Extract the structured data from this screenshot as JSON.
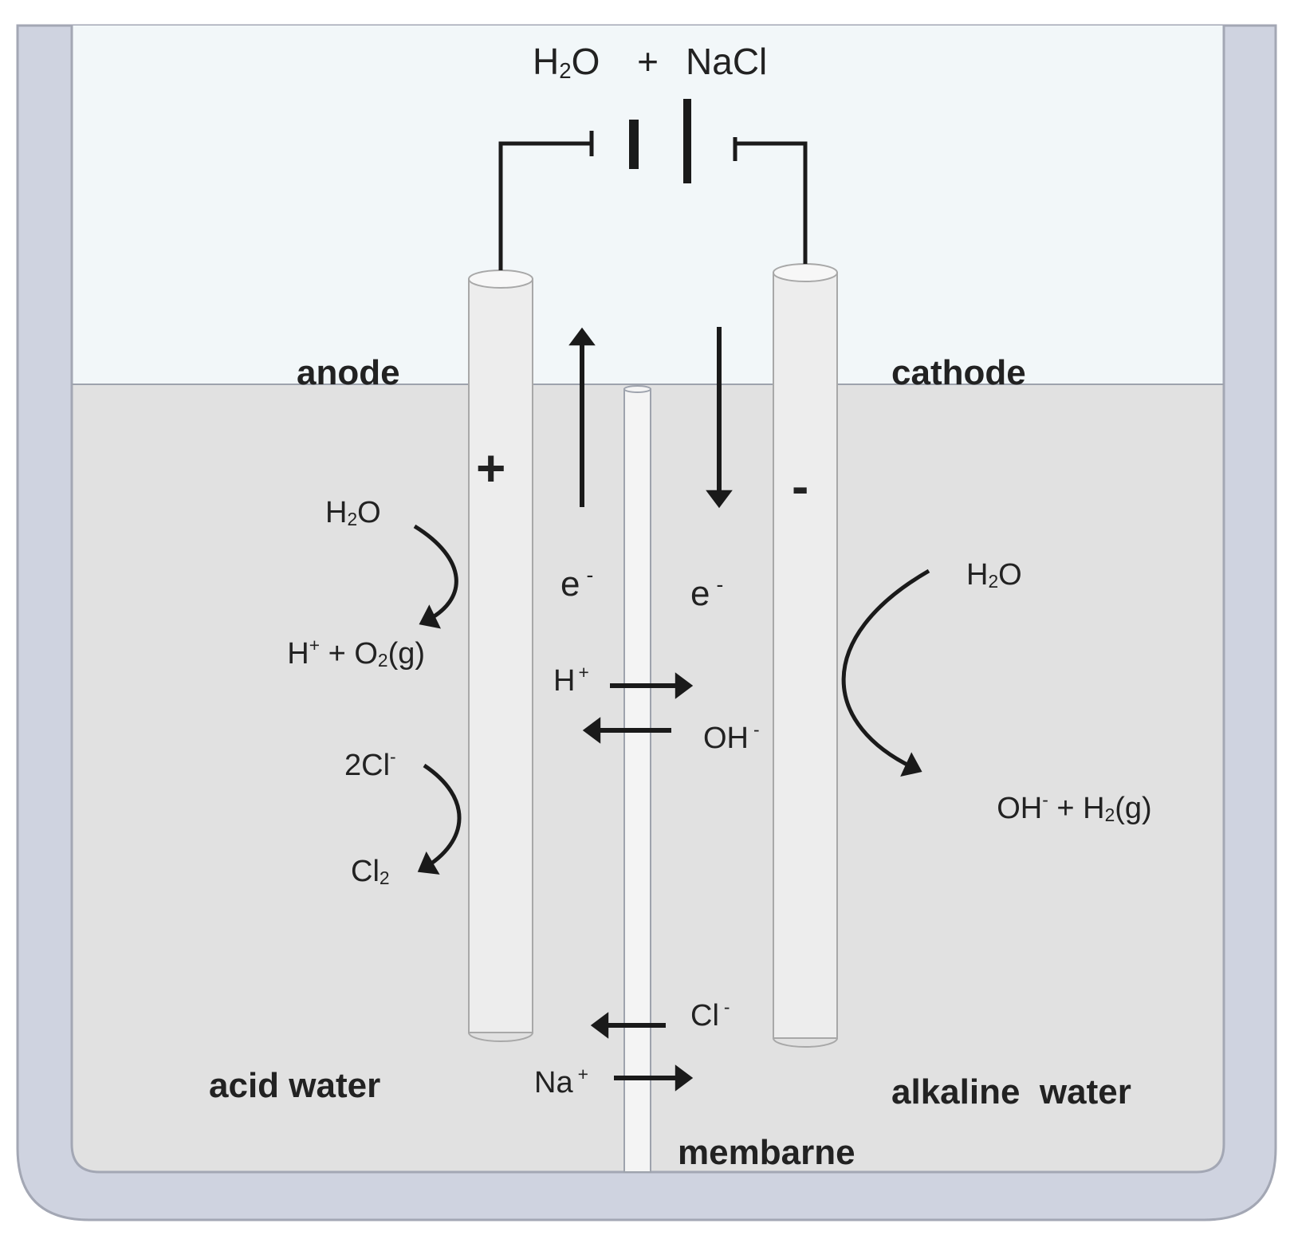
{
  "formula": {
    "top": {
      "a": "H",
      "a_sub": "2",
      "b": "O",
      "plus": "+",
      "c": "NaCl"
    },
    "anode_h2o": {
      "a": "H",
      "a_sub": "2",
      "b": "O"
    },
    "anode_prod": {
      "a": "H",
      "a_sup": "+",
      "b": " + O",
      "b_sub": "2",
      "c": "(g)"
    },
    "chloride": {
      "a": "2Cl",
      "a_sup": "-"
    },
    "chlorine": {
      "a": "Cl",
      "a_sub": "2"
    },
    "cathode_h2o": {
      "a": "H",
      "a_sub": "2",
      "b": "O"
    },
    "cathode_prod": {
      "a": "OH",
      "a_sup": "-",
      "b": " + H",
      "b_sub": "2",
      "c": "(g)"
    },
    "electron_left": {
      "a": "e",
      "a_sup": "-"
    },
    "electron_right": {
      "a": "e",
      "a_sup": "-"
    },
    "hplus": {
      "a": "H",
      "a_sup": "+"
    },
    "ohminus": {
      "a": "OH",
      "a_sup": "-"
    },
    "clminus": {
      "a": "Cl",
      "a_sup": "-"
    },
    "naplus": {
      "a": "Na",
      "a_sup": "+"
    }
  },
  "labels": {
    "anode": "anode",
    "cathode": "cathode",
    "acid_water": "acid water",
    "alkaline_water": "alkaline  water",
    "membrane": "membarne",
    "plus_sign": "+",
    "minus_sign": "-"
  },
  "colors": {
    "container": "#cfd3e0",
    "air": "#f2f7f9",
    "water": "#e1e1e1",
    "electrode": "#ededed",
    "membrane": "#f4f4f4",
    "ink": "#1a1a1a"
  }
}
